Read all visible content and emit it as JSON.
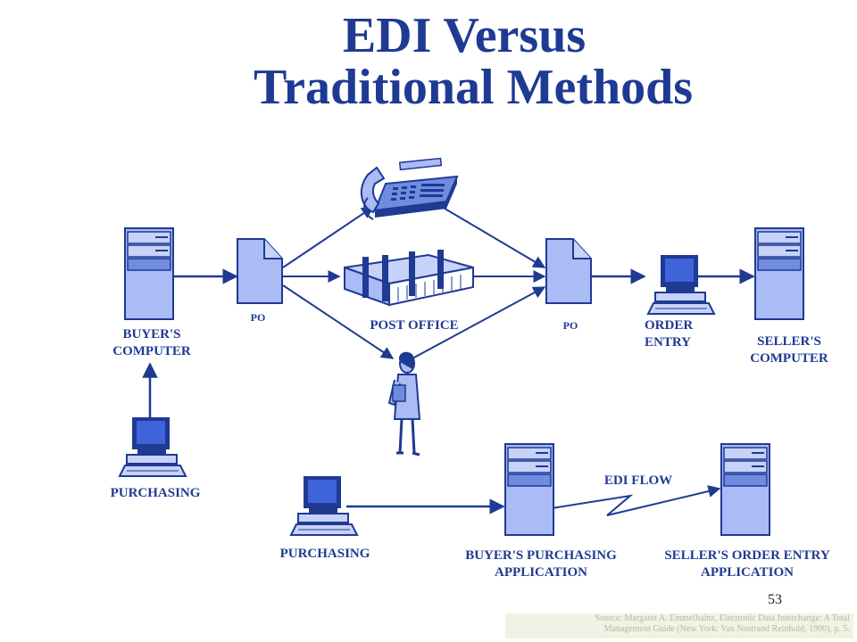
{
  "title": {
    "line1": "EDI Versus",
    "line2": "Traditional Methods"
  },
  "labels": {
    "buyers_computer": "BUYER'S COMPUTER",
    "po_left": "PO",
    "post_office": "POST OFFICE",
    "po_right": "PO",
    "order_entry": "ORDER ENTRY",
    "sellers_computer": "SELLER'S COMPUTER",
    "purchasing_left": "PURCHASING",
    "purchasing_bottom": "PURCHASING",
    "buyers_purchasing_app": "BUYER'S PURCHASING APPLICATION",
    "edi_flow": "EDI FLOW",
    "sellers_order_entry_app": "SELLER'S ORDER ENTRY APPLICATION"
  },
  "page_number": "53",
  "source": {
    "line1": "Source: Margaret A. Emmelhainz, Electronic Data Interchange: A Total",
    "line2": "Management Guide (New York: Van Nostrand Reinhold, 1990), p. 5."
  },
  "colors": {
    "primary": "#1f3a93",
    "fill_light": "#aabbf5",
    "fill_mid": "#6f8ce0",
    "source_bg": "#f2f2e4"
  },
  "icons": [
    "server-tower-icon",
    "document-icon",
    "telephone-icon",
    "post-office-building-icon",
    "person-icon",
    "desktop-computer-icon",
    "lightning-bolt-icon"
  ]
}
